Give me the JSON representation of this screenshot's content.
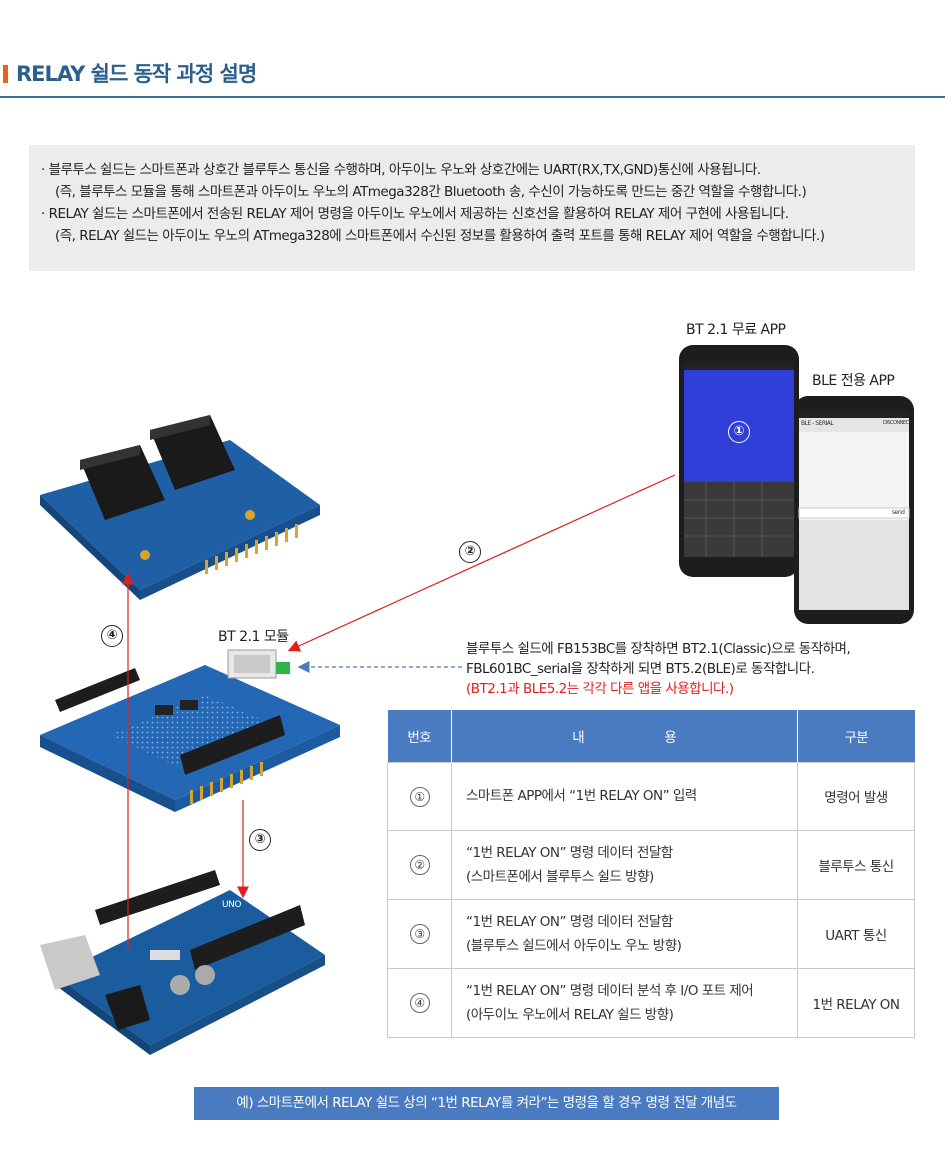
{
  "header": {
    "title": "RELAY 쉴드 동작 과정 설명"
  },
  "info": {
    "lines": [
      "· 블루투스 쉴드는 스마트폰과 상호간 블루투스 통신을 수행하며, 아두이노 우노와 상호간에는 UART(RX,TX,GND)통신에 사용됩니다.",
      "(즉, 블루투스 모듈을 통해 스마트폰과 아두이노 우노의 ATmega328간 Bluetooth 송, 수신이 가능하도록 만드는 중간 역할을 수행합니다.)",
      "· RELAY 쉴드는 스마트폰에서 전송된 RELAY 제어 명령을 아두이노 우노에서 제공하는 신호선을 활용하여 RELAY 제어 구현에 사용됩니다.",
      "(즉, RELAY 쉴드는 아두이노 우노의 ATmega328에 스마트폰에서 수신된 정보를 활용하여 출력 포트를 통해 RELAY 제어 역할을 수행합니다.)"
    ]
  },
  "diagram": {
    "bt21_app_label": "BT 2.1 무료 APP",
    "ble_app_label": "BLE 전용 APP",
    "bt21_module_label": "BT 2.1 모듈",
    "phone_marker": "①",
    "step2_marker": "②",
    "step3_marker": "③",
    "step4_marker": "④",
    "ble_screen_title": "BLE - SERIAL",
    "ble_disconnect": "DISCONNECT",
    "ble_send": "send",
    "board_label": "UNO"
  },
  "description": {
    "line1": "블루투스 쉴드에 FB153BC를 장착하면 BT2.1(Classic)으로 동작하며,",
    "line2": "FBL601BC_serial을 장착하게 되면 BT5.2(BLE)로 동작합니다.",
    "line3": "(BT2.1과 BLE5.2는 각각 다른 앱을 사용합니다.)"
  },
  "table": {
    "headers": {
      "num": "번호",
      "content_a": "내",
      "content_b": "용",
      "category": "구분"
    },
    "rows": [
      {
        "num": "①",
        "line1": "스마트폰 APP에서 “1번 RELAY ON” 입력",
        "line2": "",
        "category": "명령어 발생"
      },
      {
        "num": "②",
        "line1": "“1번 RELAY ON” 명령 데이터 전달함",
        "line2": "(스마트폰에서 블루투스 쉴드 방향)",
        "category": "블루투스 통신"
      },
      {
        "num": "③",
        "line1": "“1번 RELAY ON” 명령 데이터 전달함",
        "line2": "(블루투스 쉴드에서 아두이노 우노 방향)",
        "category": "UART 통신"
      },
      {
        "num": "④",
        "line1": "“1번 RELAY ON” 명령 데이터 분석 후 I/O 포트 제어",
        "line2": "(아두이노 우노에서 RELAY 쉴드 방향)",
        "category": "1번 RELAY ON"
      }
    ]
  },
  "caption": "예) 스마트폰에서 RELAY 쉴드 상의 “1번 RELAY를 켜라”는 명령을 할 경우 명령 전달 개념도",
  "colors": {
    "accent": "#e8621b",
    "title": "#2c5f8d",
    "table_header": "#4a7bc0",
    "arrow_red": "#e02020",
    "arrow_dashed": "#4a7bc0"
  }
}
